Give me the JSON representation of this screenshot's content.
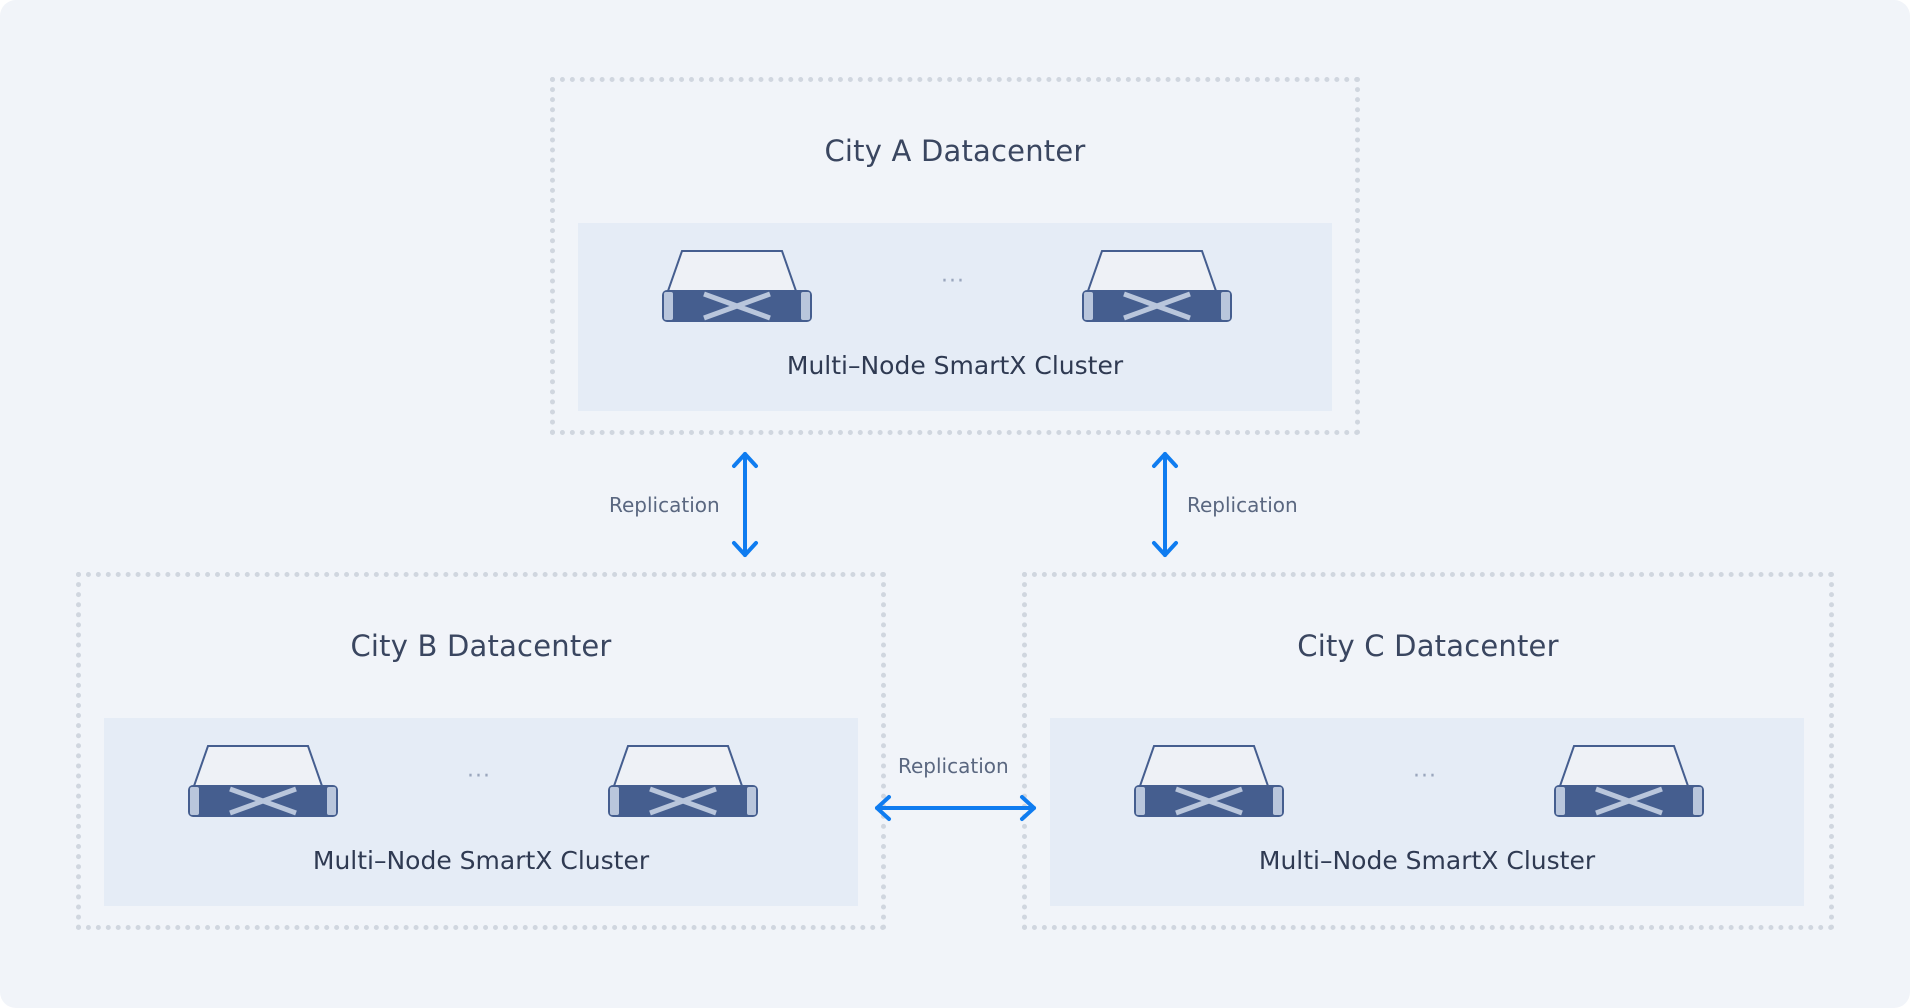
{
  "colors": {
    "background": "#f1f4f9",
    "border_dotted": "#d0d6df",
    "cluster_fill": "#e5ecf6",
    "server_face": "#455e8f",
    "server_top": "#eef1f6",
    "arrow": "#0f7cf0",
    "title_text": "#3a4660"
  },
  "datacenters": {
    "a": {
      "title": "City A Datacenter",
      "cluster_label": "Multi–Node SmartX Cluster",
      "ellipsis": "···"
    },
    "b": {
      "title": "City B Datacenter",
      "cluster_label": "Multi–Node SmartX Cluster",
      "ellipsis": "···"
    },
    "c": {
      "title": "City C Datacenter",
      "cluster_label": "Multi–Node SmartX Cluster",
      "ellipsis": "···"
    }
  },
  "links": {
    "a_b": "Replication",
    "a_c": "Replication",
    "b_c": "Replication"
  },
  "icons": {
    "server": "server-icon",
    "arrow": "bidirectional-arrow-icon"
  }
}
